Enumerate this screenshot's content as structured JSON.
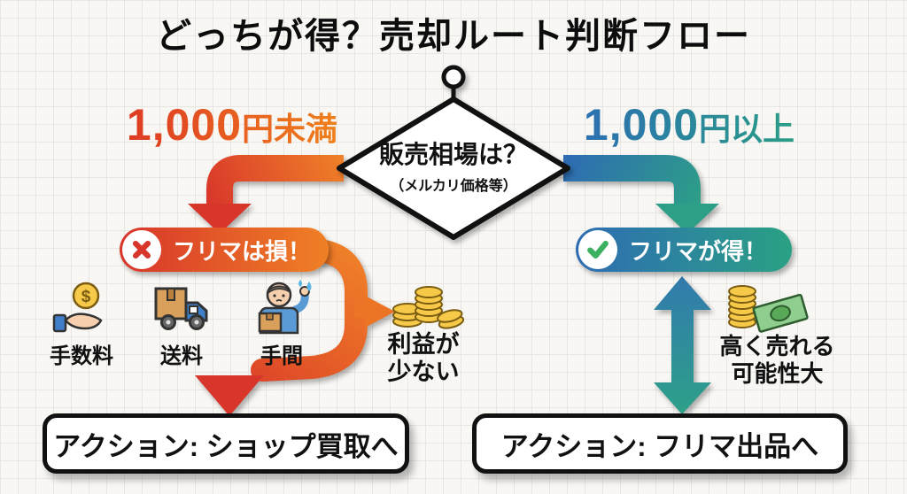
{
  "title": "どっちが得？売却ルート判断フロー",
  "decision": {
    "question": "販売相場は？",
    "note": "（メルカリ価格等）"
  },
  "left_branch": {
    "condition_amount": "1,000",
    "condition_unit": "円未満",
    "verdict": "フリマは損！",
    "verdict_icon": "cross-icon",
    "costs": [
      {
        "label": "手数料",
        "icon": "hand-coin-icon"
      },
      {
        "label": "送料",
        "icon": "delivery-truck-icon"
      },
      {
        "label": "手間",
        "icon": "person-effort-icon"
      }
    ],
    "outcome": {
      "line1": "利益が",
      "line2": "少ない",
      "icon": "coin-stack-icon"
    },
    "action": "アクション: ショップ買取へ"
  },
  "right_branch": {
    "condition_amount": "1,000",
    "condition_unit": "円以上",
    "verdict": "フリマが得！",
    "verdict_icon": "check-icon",
    "benefit": {
      "line1": "高く売れる",
      "line2": "可能性大",
      "icon": "cash-coins-icon"
    },
    "action": "アクション: フリマ出品へ"
  },
  "colors": {
    "negative_red": "#d8352b",
    "negative_orange": "#ef8025",
    "positive_blue": "#2e6cb3",
    "positive_teal": "#2aa184",
    "check_green": "#3bb05f",
    "coin_yellow": "#f7c948",
    "ink": "#111111",
    "paper": "#f8f7f4",
    "grid_line": "#e7e6e2"
  }
}
